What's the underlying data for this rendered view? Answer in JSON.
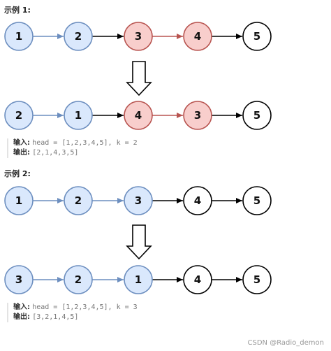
{
  "examples": [
    {
      "title": "示例 1:",
      "input_label": "输入:",
      "input_value": "head = [1,2,3,4,5], k = 2",
      "output_label": "输出:",
      "output_value": "[2,1,4,3,5]",
      "before": {
        "nodes": [
          {
            "label": "1",
            "style": "blue"
          },
          {
            "label": "2",
            "style": "blue"
          },
          {
            "label": "3",
            "style": "red"
          },
          {
            "label": "4",
            "style": "red"
          },
          {
            "label": "5",
            "style": "plain"
          }
        ],
        "edges": [
          "blue",
          "black",
          "red",
          "black"
        ]
      },
      "after": {
        "nodes": [
          {
            "label": "2",
            "style": "blue"
          },
          {
            "label": "1",
            "style": "blue"
          },
          {
            "label": "4",
            "style": "red"
          },
          {
            "label": "3",
            "style": "red"
          },
          {
            "label": "5",
            "style": "plain"
          }
        ],
        "edges": [
          "blue",
          "black",
          "red",
          "black"
        ]
      }
    },
    {
      "title": "示例 2:",
      "input_label": "输入:",
      "input_value": "head = [1,2,3,4,5], k = 3",
      "output_label": "输出:",
      "output_value": "[3,2,1,4,5]",
      "before": {
        "nodes": [
          {
            "label": "1",
            "style": "blue"
          },
          {
            "label": "2",
            "style": "blue"
          },
          {
            "label": "3",
            "style": "blue"
          },
          {
            "label": "4",
            "style": "plain"
          },
          {
            "label": "5",
            "style": "plain"
          }
        ],
        "edges": [
          "blue",
          "blue",
          "black",
          "black"
        ]
      },
      "after": {
        "nodes": [
          {
            "label": "3",
            "style": "blue"
          },
          {
            "label": "2",
            "style": "blue"
          },
          {
            "label": "1",
            "style": "blue"
          },
          {
            "label": "4",
            "style": "plain"
          },
          {
            "label": "5",
            "style": "plain"
          }
        ],
        "edges": [
          "blue",
          "blue",
          "black",
          "black"
        ]
      }
    }
  ],
  "colors": {
    "blue_fill": "#dae8fc",
    "blue_stroke": "#6c8ebf",
    "red_fill": "#f8cecc",
    "red_stroke": "#b85450",
    "plain_fill": "#ffffff",
    "plain_stroke": "#000000",
    "edge_blue": "#6c8ebf",
    "edge_red": "#b85450",
    "edge_black": "#000000"
  },
  "watermark": "CSDN @Radio_demon"
}
